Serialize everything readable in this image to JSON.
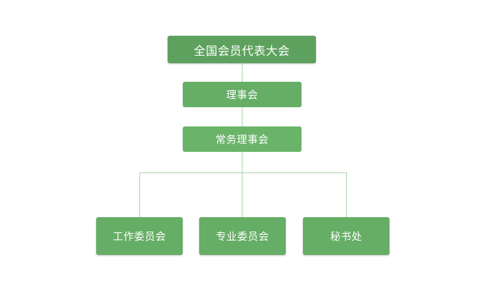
{
  "org_chart": {
    "top": {
      "label": "全国会员代表大会"
    },
    "council": {
      "label": "理事会"
    },
    "standing_council": {
      "label": "常务理事会"
    },
    "committees": [
      {
        "label": "工作委员会"
      },
      {
        "label": "专业委员会"
      },
      {
        "label": "秘书处"
      }
    ]
  },
  "colors": {
    "node_dark": "#5ea15e",
    "node": "#66ad66",
    "connector": "#a9cfa9"
  }
}
